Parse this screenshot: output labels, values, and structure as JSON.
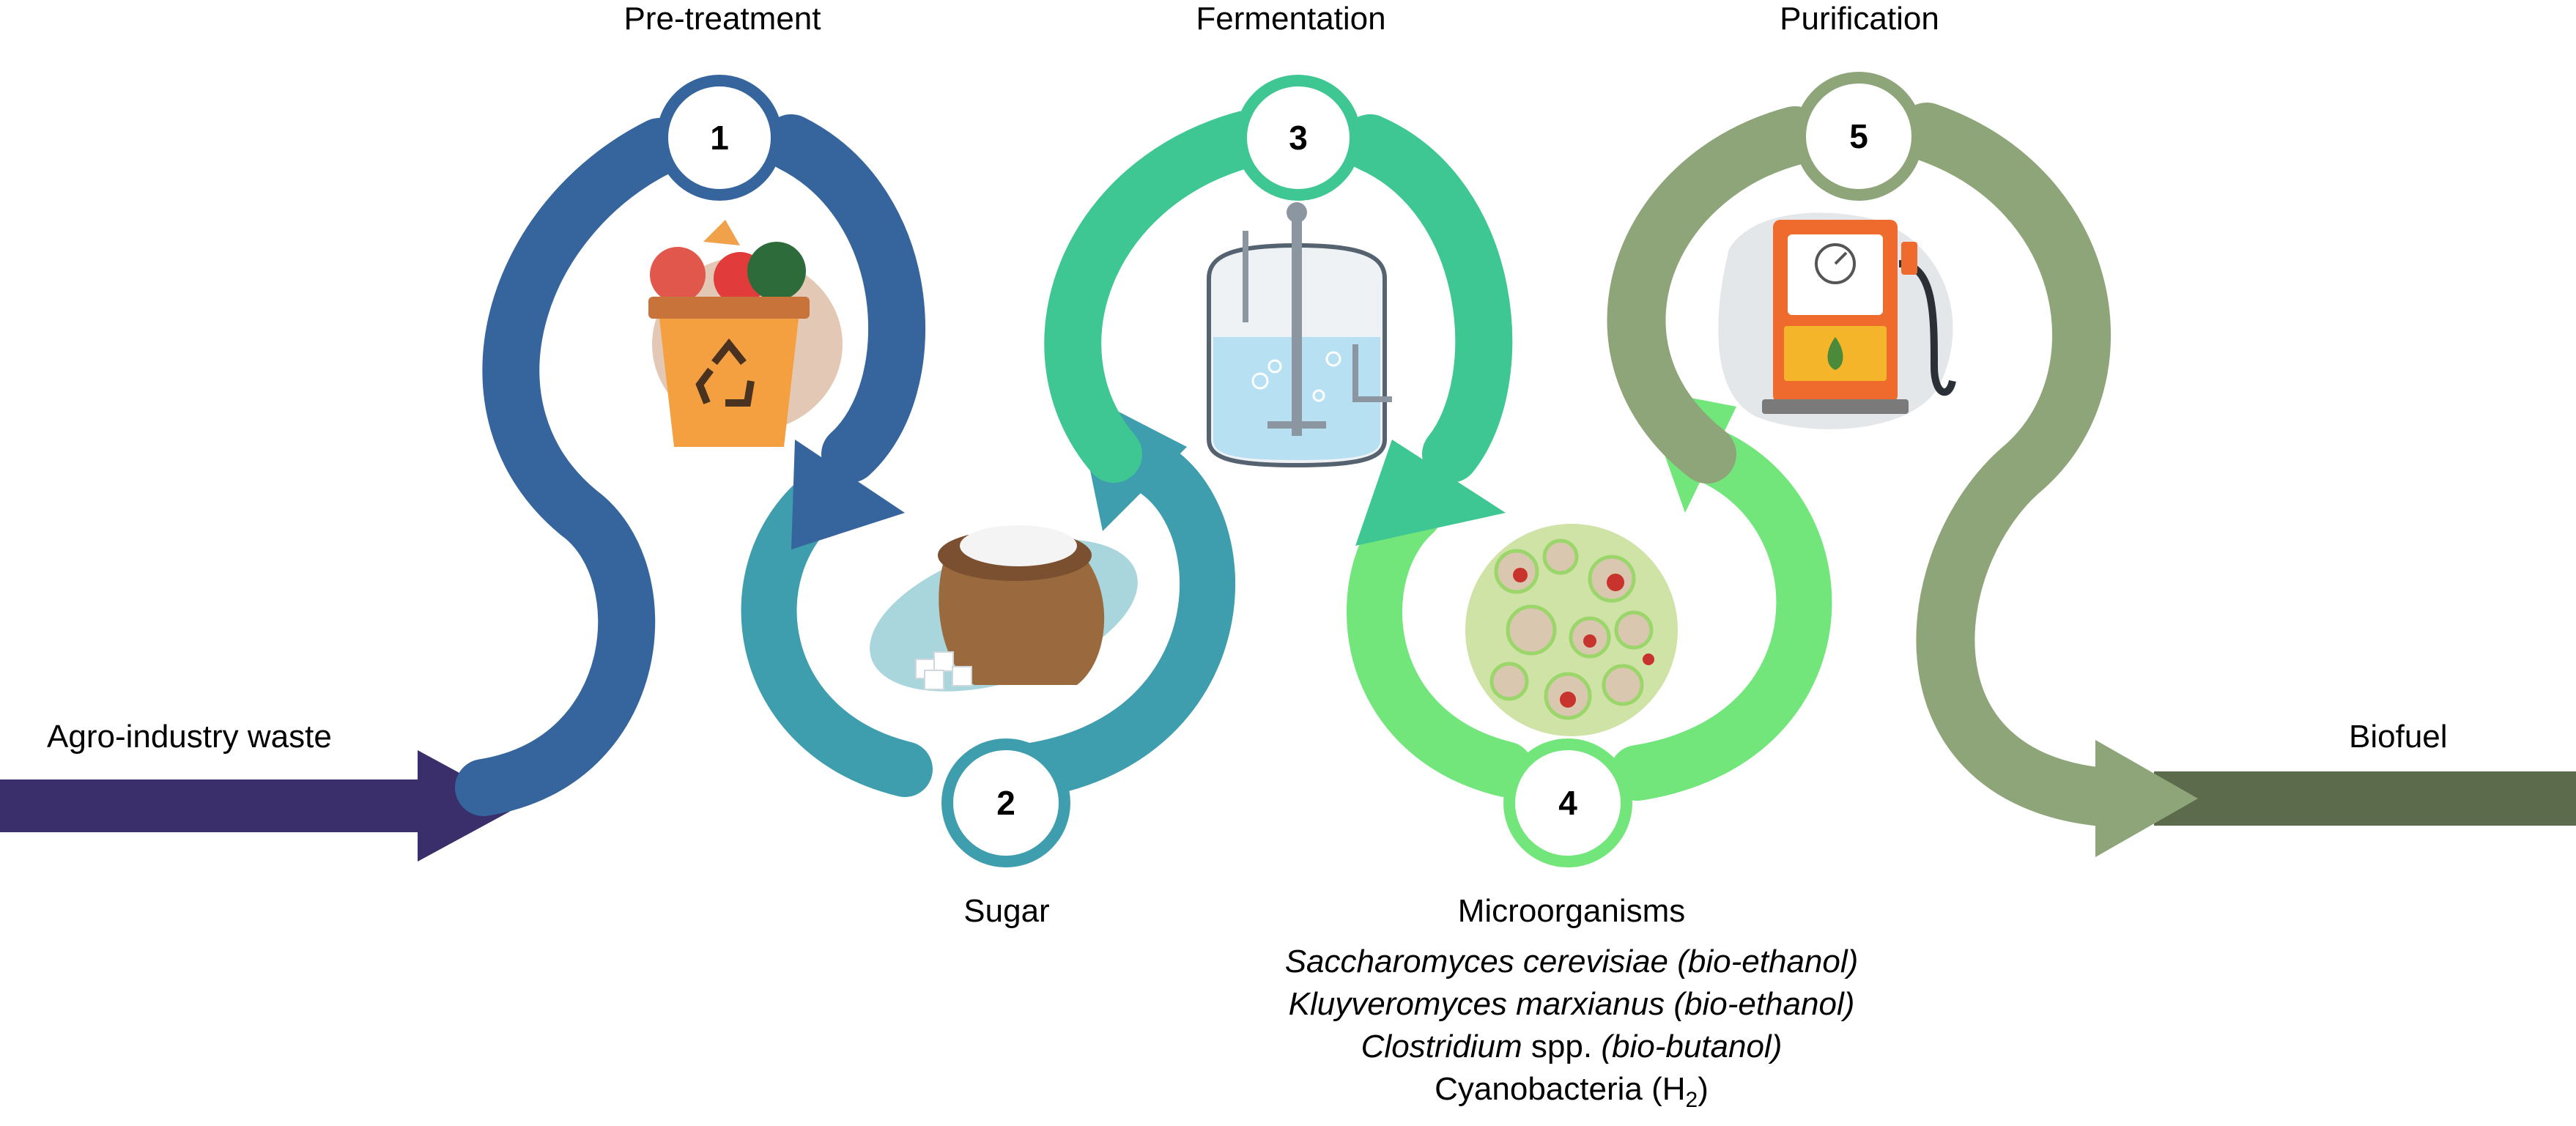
{
  "stages": {
    "pretreatment": "Pre-treatment",
    "fermentation": "Fermentation",
    "purification": "Purification"
  },
  "steps": [
    "1",
    "2",
    "3",
    "4",
    "5"
  ],
  "input_label": "Agro-industry waste",
  "output_label": "Biofuel",
  "sugar_label": "Sugar",
  "microorganisms": {
    "title": "Microorganisms",
    "list": [
      {
        "name": "Saccharomyces cerevisiae",
        "product": "(bio-ethanol)"
      },
      {
        "name": "Kluyveromyces marxianus",
        "product": "(bio-ethanol)"
      },
      {
        "name": "Clostridium",
        "suffix": "spp.",
        "product": "(bio-butanol)"
      },
      {
        "name": "Cyanobacteria (H",
        "sub": "2",
        "tail": ")"
      }
    ]
  },
  "colors": {
    "input_arrow": "#3a2e6b",
    "loop1": "#36659e",
    "loop2": "#3f9eae",
    "loop3": "#3ec793",
    "loop4": "#72e67b",
    "loop5": "#8ea57a",
    "output_arrow": "#5c6b4c"
  },
  "icons": [
    "waste-bin-icon",
    "sugar-sack-icon",
    "bioreactor-icon",
    "microbe-culture-icon",
    "fuel-pump-icon"
  ]
}
